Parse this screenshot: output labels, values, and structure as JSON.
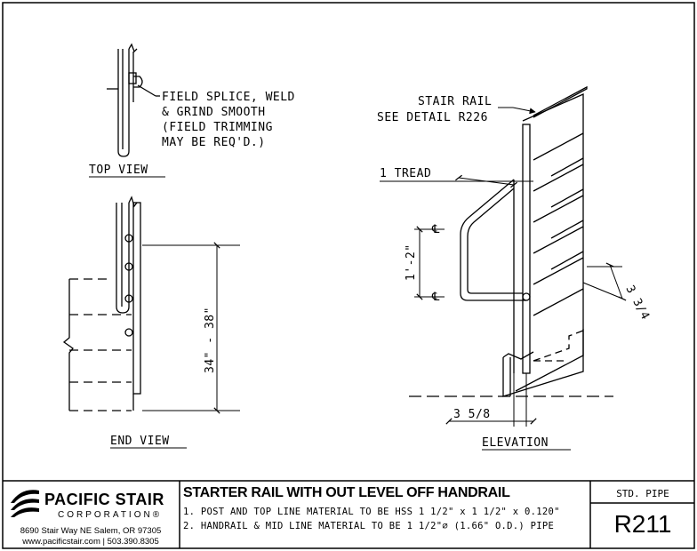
{
  "views": {
    "top_view": "TOP VIEW",
    "end_view": "END VIEW",
    "elevation": "ELEVATION"
  },
  "notes": {
    "field_splice": [
      "FIELD SPLICE, WELD",
      "& GRIND SMOOTH",
      "(FIELD TRIMMING",
      "MAY BE REQ'D.)"
    ],
    "stair_rail": [
      "STAIR RAIL",
      "SEE DETAIL R226"
    ]
  },
  "dimensions": {
    "tread": "1 TREAD",
    "rail_height": "34\" - 38\"",
    "rail_spacing": "1'-2\"",
    "offset_bottom": "3 5/8",
    "offset_side": "3 3/4",
    "centerline_symbol": "℄"
  },
  "title_block": {
    "company_name": "PACIFIC STAIR",
    "company_sub": "CORPORATION",
    "registered": "®",
    "address": "8690 Stair Way NE Salem, OR 97305",
    "contact": "www.pacificstair.com  |  503.390.8305",
    "title": "STARTER RAIL WITH OUT LEVEL OFF HANDRAIL",
    "note_1": "1. POST AND TOP LINE MATERIAL TO BE HSS 1 1/2\" x 1 1/2\" x 0.120\"",
    "note_2": "2. HANDRAIL & MID LINE MATERIAL TO BE 1 1/2\"⌀ (1.66\" O.D.) PIPE",
    "std_label": "STD. PIPE",
    "detail_number": "R211"
  }
}
